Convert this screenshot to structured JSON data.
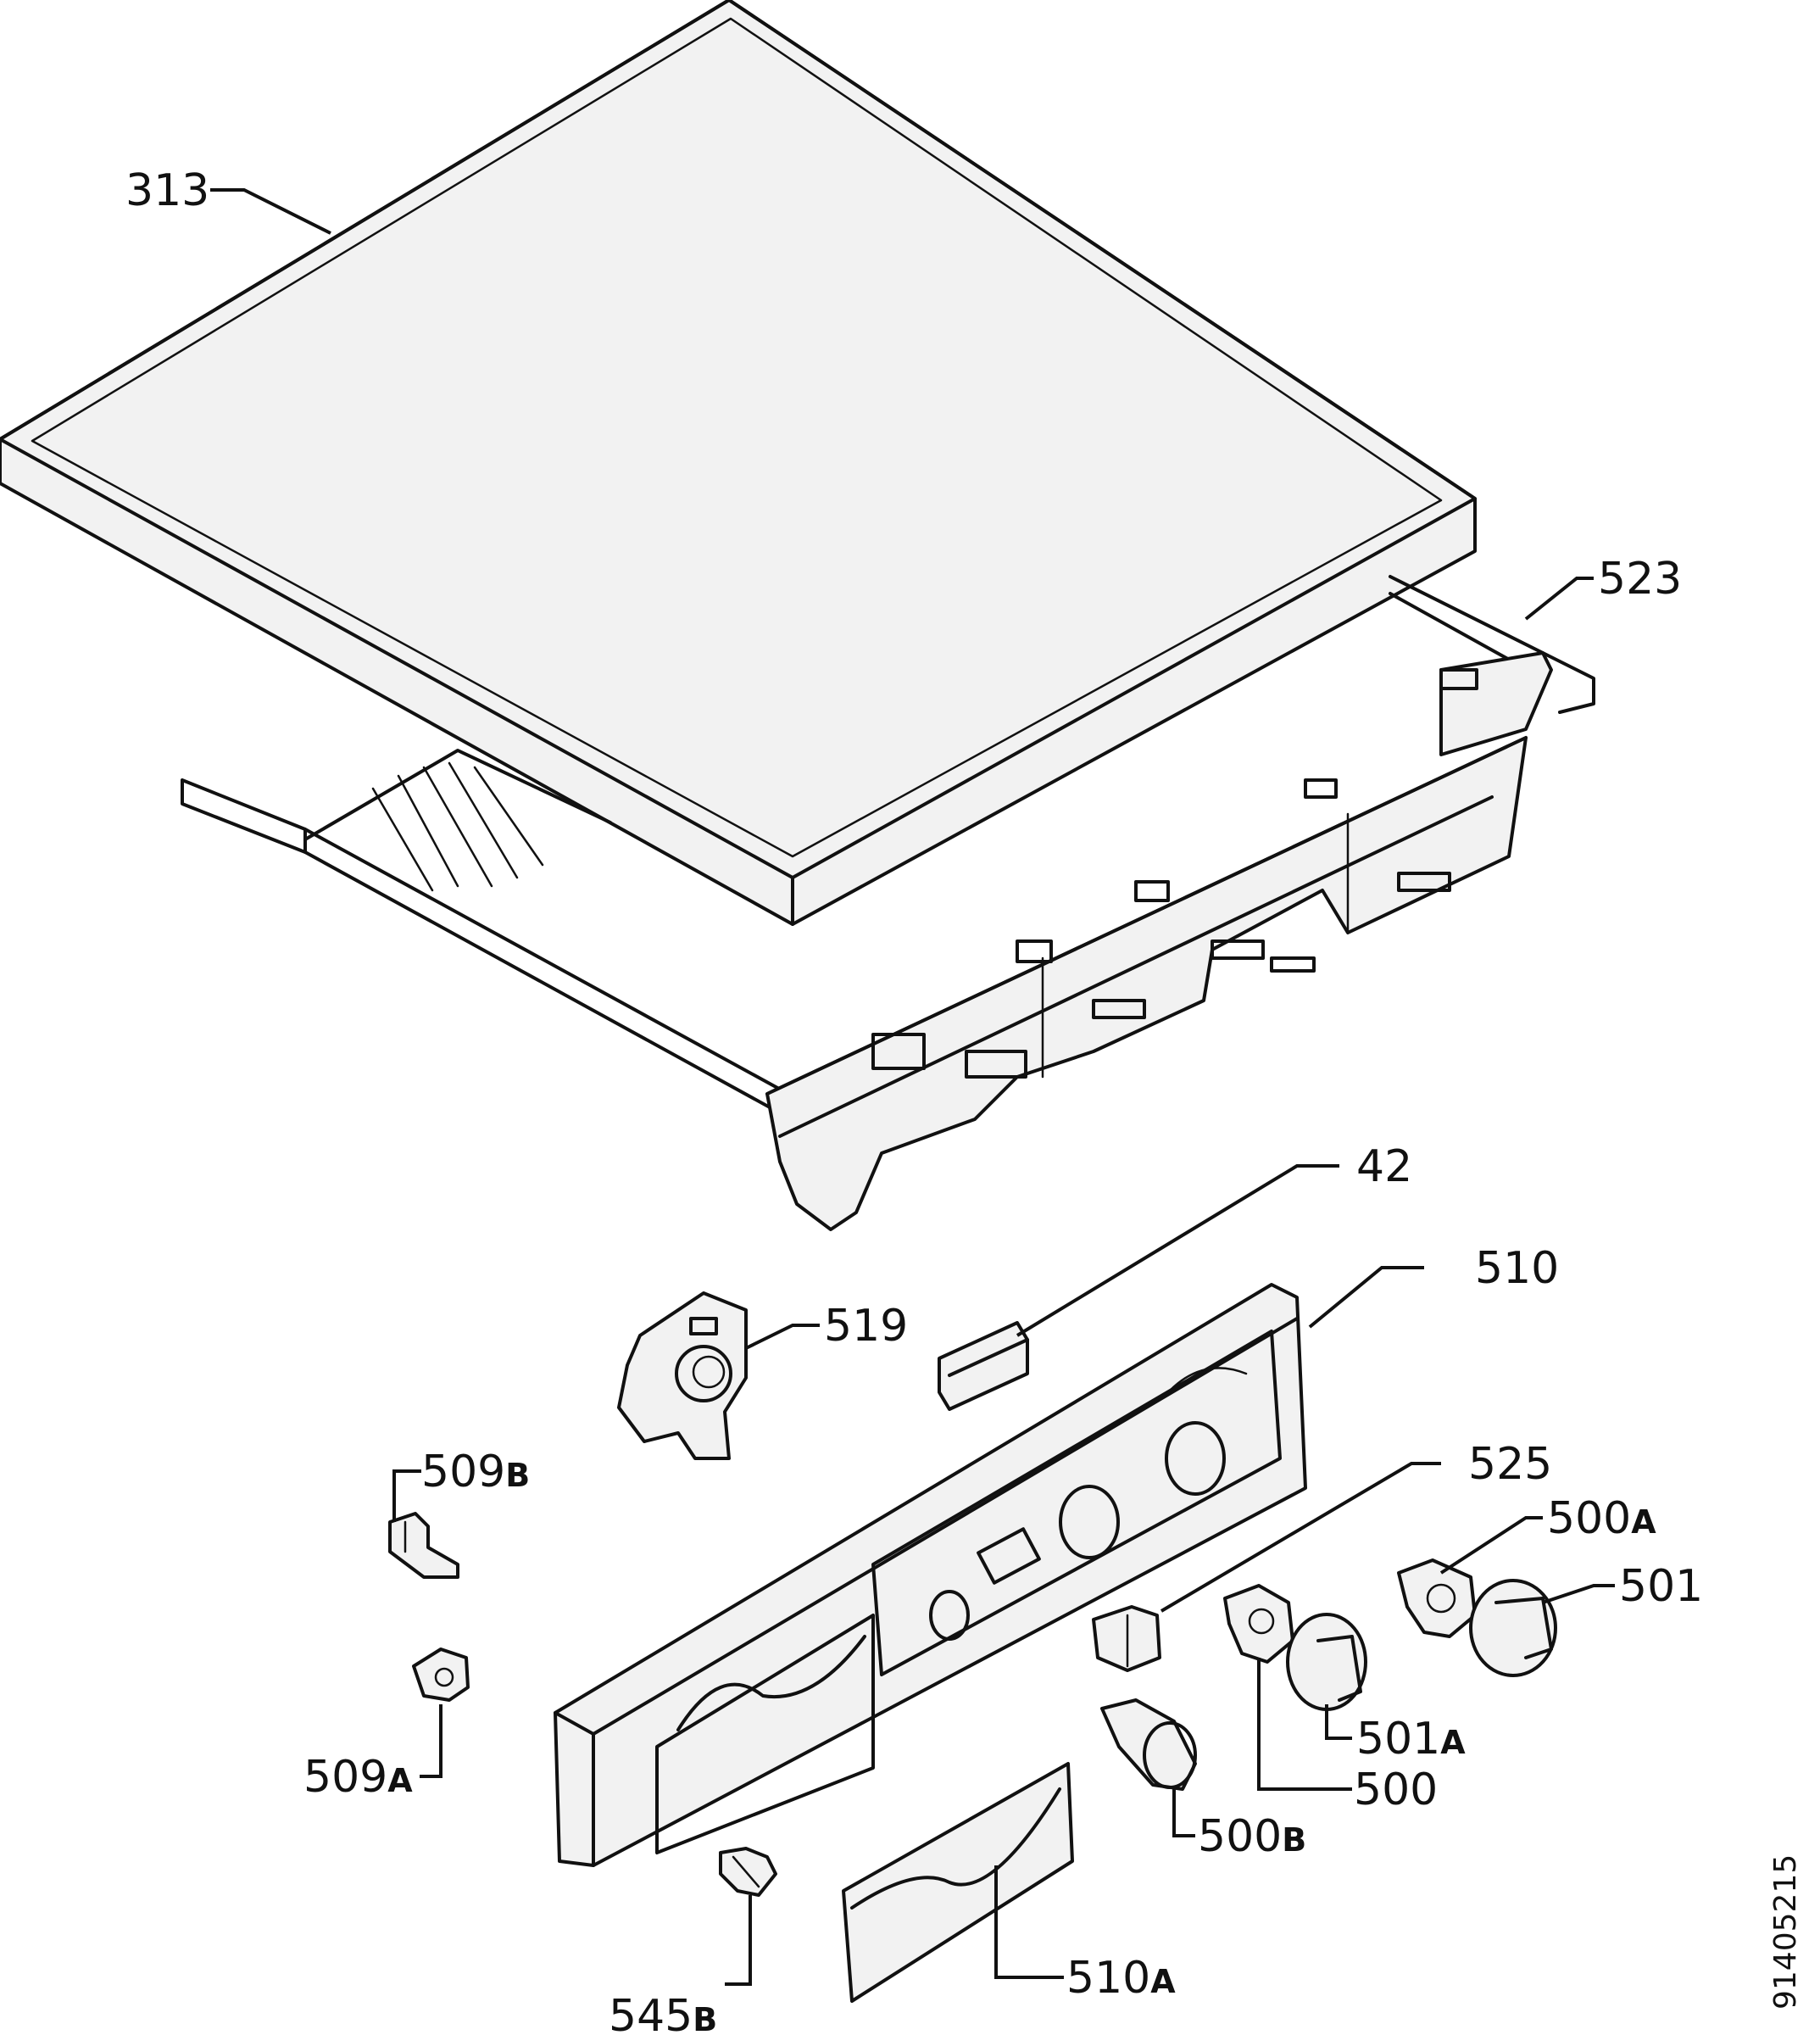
{
  "labels": [
    {
      "id": "313",
      "main": "313",
      "suffix": ""
    },
    {
      "id": "523",
      "main": "523",
      "suffix": ""
    },
    {
      "id": "42",
      "main": "42",
      "suffix": ""
    },
    {
      "id": "510",
      "main": "510",
      "suffix": ""
    },
    {
      "id": "519",
      "main": "519",
      "suffix": ""
    },
    {
      "id": "509B",
      "main": "509",
      "suffix": "B"
    },
    {
      "id": "525",
      "main": "525",
      "suffix": ""
    },
    {
      "id": "500A",
      "main": "500",
      "suffix": "A"
    },
    {
      "id": "501",
      "main": "501",
      "suffix": ""
    },
    {
      "id": "509A",
      "main": "509",
      "suffix": "A"
    },
    {
      "id": "501A",
      "main": "501",
      "suffix": "A"
    },
    {
      "id": "500",
      "main": "500",
      "suffix": ""
    },
    {
      "id": "500B",
      "main": "500",
      "suffix": "B"
    },
    {
      "id": "545B",
      "main": "545",
      "suffix": "B"
    },
    {
      "id": "510A",
      "main": "510",
      "suffix": "A"
    }
  ],
  "drawing_code": "91405215"
}
